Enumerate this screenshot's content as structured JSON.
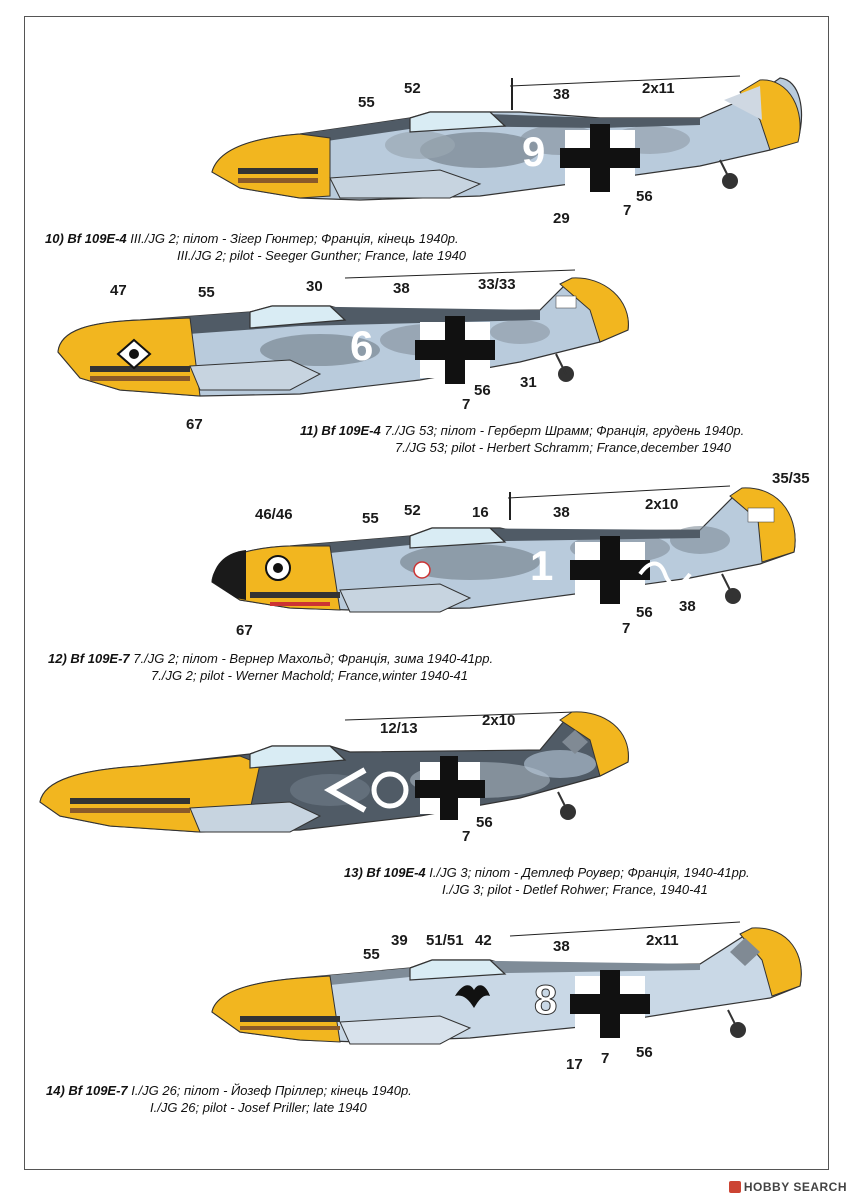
{
  "colors": {
    "rlm04_yellow": "#f2b61f",
    "rlm65_light_blue": "#b9cbdc",
    "mottle_grey": "#7f8c98",
    "dark_green_grey": "#3f4a52",
    "canopy": "#d9ecf4",
    "black": "#111111",
    "white": "#ffffff"
  },
  "profiles": [
    {
      "id": 10,
      "designation": "10) Bf 109E-4",
      "caption_uk": "III./JG 2; пілот - Зігер Гюнтер; Франція, кінець 1940р.",
      "caption_en": "III./JG 2; pilot - Seeger Gunther; France, late 1940",
      "callouts": [
        "55",
        "52",
        "38",
        "2x11",
        "7",
        "56",
        "29"
      ],
      "fuselage_code": "9"
    },
    {
      "id": 11,
      "designation": "11) Bf 109E-4",
      "caption_uk": "7./JG 53; пілот - Герберт Шрамм; Франція, грудень 1940р.",
      "caption_en": "7./JG 53; pilot - Herbert Schramm; France,december 1940",
      "callouts": [
        "47",
        "55",
        "30",
        "38",
        "33/33",
        "67",
        "7",
        "56",
        "31"
      ],
      "fuselage_code": "6"
    },
    {
      "id": 12,
      "designation": "12) Bf 109E-7",
      "caption_uk": "7./JG 2; пілот - Вернер Махольд; Франція, зима 1940-41рр.",
      "caption_en": "7./JG 2; pilot - Werner Machold; France,winter 1940-41",
      "callouts": [
        "46/46",
        "55",
        "52",
        "16",
        "38",
        "2x10",
        "35/35",
        "67",
        "7",
        "56",
        "38"
      ],
      "fuselage_code": "1"
    },
    {
      "id": 13,
      "designation": "13) Bf 109E-4",
      "caption_uk": "I./JG 3; пілот - Детлеф Роувер; Франція, 1940-41рр.",
      "caption_en": "I./JG 3; pilot - Detlef Rohwer; France, 1940-41",
      "callouts": [
        "12/13",
        "2x10",
        "7",
        "56"
      ]
    },
    {
      "id": 14,
      "designation": "14) Bf 109E-7",
      "caption_uk": "I./JG 26; пілот - Йозеф Пріллер; кінець 1940р.",
      "caption_en": "I./JG 26; pilot - Josef Priller; late 1940",
      "callouts": [
        "55",
        "39",
        "51/51",
        "42",
        "38",
        "2x11",
        "17",
        "7",
        "56"
      ],
      "fuselage_code": "8"
    }
  ],
  "watermark": "HOBBY SEARCH"
}
